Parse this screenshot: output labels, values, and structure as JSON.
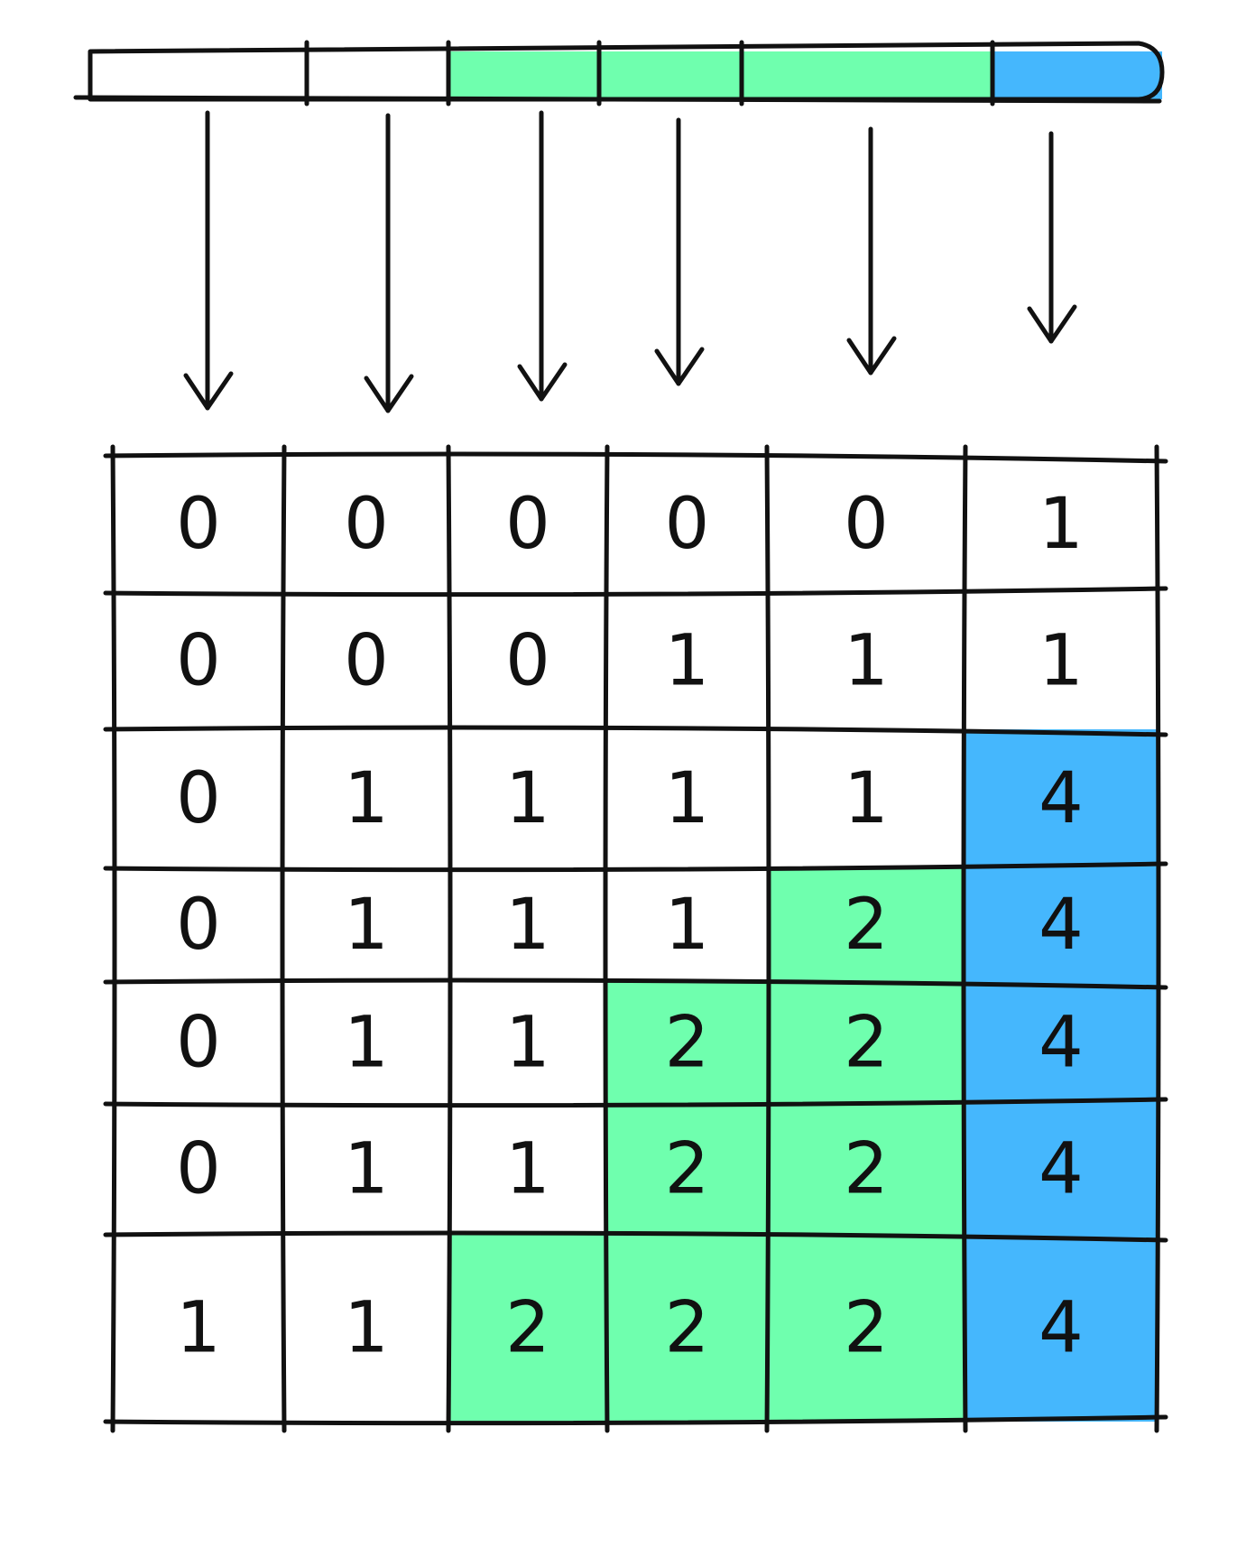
{
  "colors": {
    "white": "#ffffff",
    "green": "#6fffae",
    "blue": "#45b7fd",
    "ink": "#111111"
  },
  "top_bar": {
    "segments": [
      {
        "fill": "white"
      },
      {
        "fill": "white"
      },
      {
        "fill": "green"
      },
      {
        "fill": "green"
      },
      {
        "fill": "green"
      },
      {
        "fill": "blue"
      }
    ]
  },
  "arrows": {
    "count": 6,
    "icon": "down-arrow-icon"
  },
  "grid": {
    "rows": [
      [
        {
          "value": "0",
          "fill": "white"
        },
        {
          "value": "0",
          "fill": "white"
        },
        {
          "value": "0",
          "fill": "white"
        },
        {
          "value": "0",
          "fill": "white"
        },
        {
          "value": "0",
          "fill": "white"
        },
        {
          "value": "1",
          "fill": "white"
        }
      ],
      [
        {
          "value": "0",
          "fill": "white"
        },
        {
          "value": "0",
          "fill": "white"
        },
        {
          "value": "0",
          "fill": "white"
        },
        {
          "value": "1",
          "fill": "white"
        },
        {
          "value": "1",
          "fill": "white"
        },
        {
          "value": "1",
          "fill": "white"
        }
      ],
      [
        {
          "value": "0",
          "fill": "white"
        },
        {
          "value": "1",
          "fill": "white"
        },
        {
          "value": "1",
          "fill": "white"
        },
        {
          "value": "1",
          "fill": "white"
        },
        {
          "value": "1",
          "fill": "white"
        },
        {
          "value": "4",
          "fill": "blue"
        }
      ],
      [
        {
          "value": "0",
          "fill": "white"
        },
        {
          "value": "1",
          "fill": "white"
        },
        {
          "value": "1",
          "fill": "white"
        },
        {
          "value": "1",
          "fill": "white"
        },
        {
          "value": "2",
          "fill": "green"
        },
        {
          "value": "4",
          "fill": "blue"
        }
      ],
      [
        {
          "value": "0",
          "fill": "white"
        },
        {
          "value": "1",
          "fill": "white"
        },
        {
          "value": "1",
          "fill": "white"
        },
        {
          "value": "2",
          "fill": "green"
        },
        {
          "value": "2",
          "fill": "green"
        },
        {
          "value": "4",
          "fill": "blue"
        }
      ],
      [
        {
          "value": "0",
          "fill": "white"
        },
        {
          "value": "1",
          "fill": "white"
        },
        {
          "value": "1",
          "fill": "white"
        },
        {
          "value": "2",
          "fill": "green"
        },
        {
          "value": "2",
          "fill": "green"
        },
        {
          "value": "4",
          "fill": "blue"
        }
      ],
      [
        {
          "value": "1",
          "fill": "white"
        },
        {
          "value": "1",
          "fill": "white"
        },
        {
          "value": "2",
          "fill": "green"
        },
        {
          "value": "2",
          "fill": "green"
        },
        {
          "value": "2",
          "fill": "green"
        },
        {
          "value": "4",
          "fill": "blue"
        }
      ]
    ]
  }
}
